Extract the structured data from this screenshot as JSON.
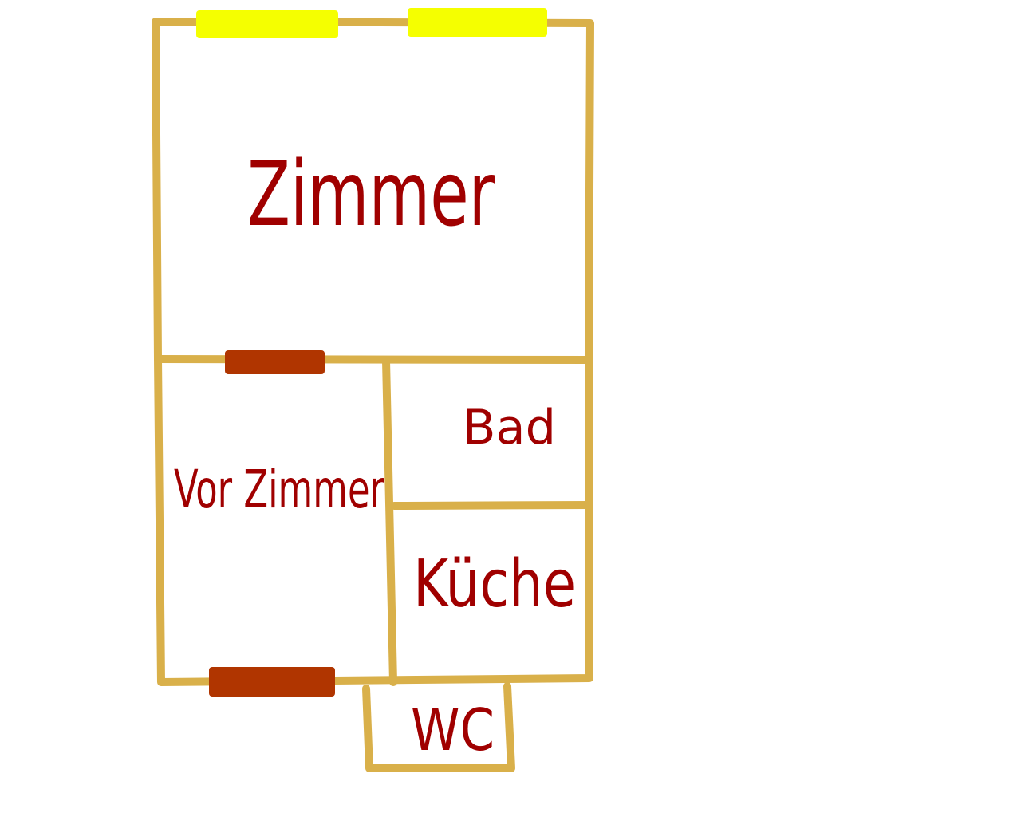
{
  "rooms": {
    "zimmer": "Zimmer",
    "bad": "Bad",
    "vor_zimmer": "Vor Zimmer",
    "kueche": "Küche",
    "wc": "WC"
  },
  "colors": {
    "wall": "#d9b04a",
    "label": "#a00000",
    "window": "#f5ff00",
    "door": "#b03500"
  }
}
